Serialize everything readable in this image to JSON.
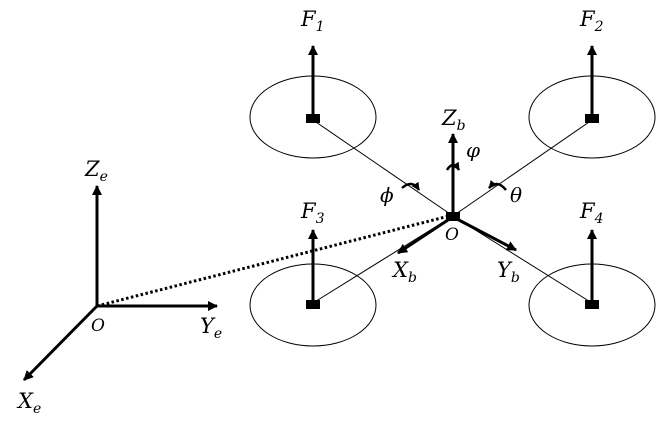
{
  "earth_frame": {
    "z_axis": {
      "main": "Z",
      "sub": "e"
    },
    "y_axis": {
      "main": "Y",
      "sub": "e"
    },
    "x_axis": {
      "main": "X",
      "sub": "e"
    },
    "origin": "O"
  },
  "body_frame": {
    "z_axis": {
      "main": "Z",
      "sub": "b"
    },
    "y_axis": {
      "main": "Y",
      "sub": "b"
    },
    "x_axis": {
      "main": "X",
      "sub": "b"
    },
    "origin": "O"
  },
  "angles": {
    "phi": "ϕ",
    "varphi": "φ",
    "theta": "θ"
  },
  "forces": [
    {
      "main": "F",
      "sub": "1"
    },
    {
      "main": "F",
      "sub": "2"
    },
    {
      "main": "F",
      "sub": "3"
    },
    {
      "main": "F",
      "sub": "4"
    }
  ]
}
